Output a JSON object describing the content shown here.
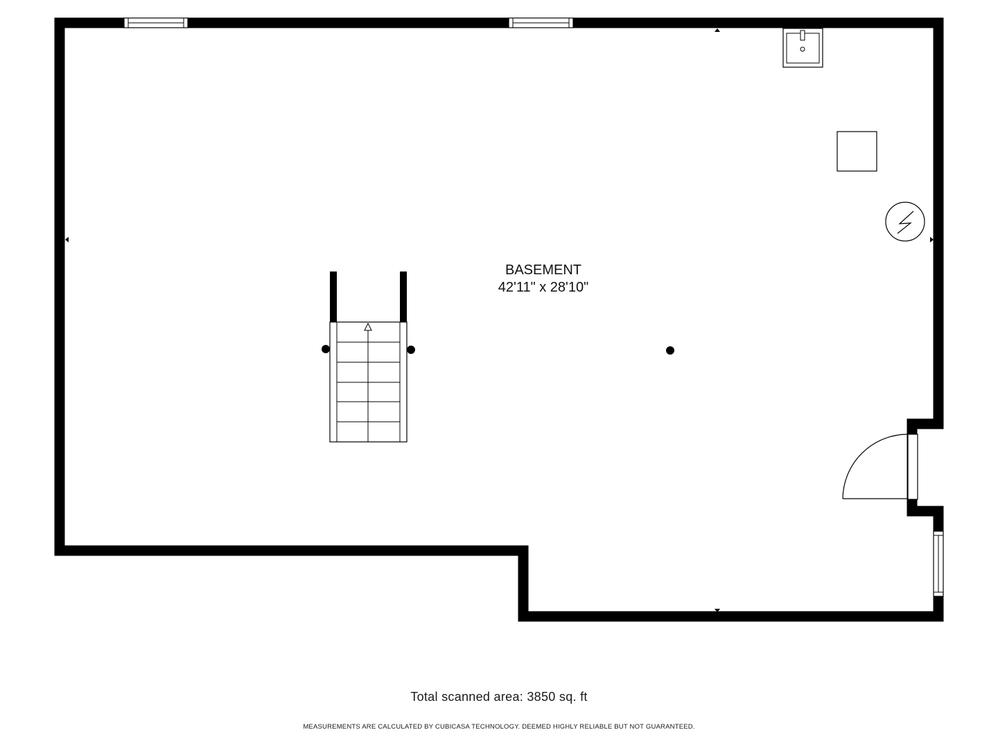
{
  "room": {
    "name": "BASEMENT",
    "dimensions": "42'11\" x 28'10\""
  },
  "footer": {
    "total_area": "Total scanned area: 3850 sq. ft",
    "disclaimer": "MEASUREMENTS ARE CALCULATED BY CUBICASA TECHNOLOGY. DEEMED HIGHLY RELIABLE BUT NOT GUARANTEED."
  },
  "colors": {
    "wall": "#000000",
    "background": "#ffffff"
  },
  "icons": [
    "sink-icon",
    "electrical-panel-icon",
    "stairs-up-arrow-icon",
    "door-swing-icon"
  ]
}
